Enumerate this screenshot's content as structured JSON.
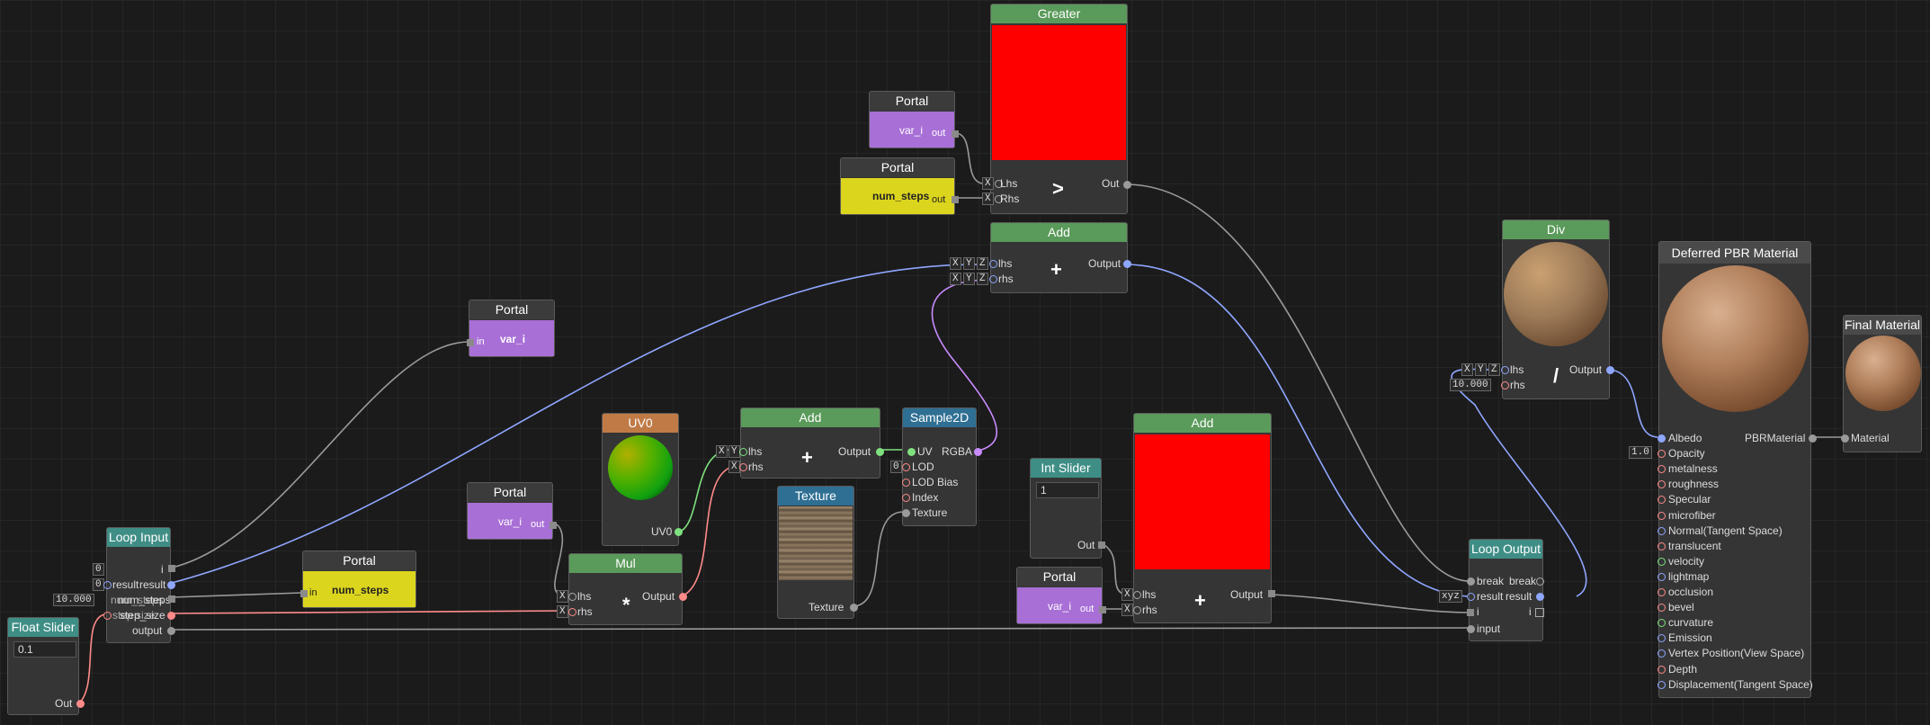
{
  "colors": {
    "background": "#1b1b1b",
    "node_body": "#353535",
    "header_green": "#5a9a5a",
    "header_teal": "#3f8e86",
    "header_orange": "#c07a46",
    "header_blue": "#2f6f93",
    "portal_purple": "#a86fd6",
    "portal_yellow": "#dcd51e",
    "preview_red": "#ff0000",
    "wire_blue": "#8fa6ff",
    "wire_pink": "#ff8a8a",
    "wire_grey": "#9a9a9a",
    "wire_green": "#7ee07e",
    "wire_purple": "#c98cff"
  },
  "nodes": {
    "greater": {
      "title": "Greater",
      "in_lhs": "Lhs",
      "in_rhs": "Rhs",
      "out": "Out",
      "op": ">",
      "axis_x": "X"
    },
    "portal_var_top": {
      "title": "Portal",
      "value": "var_i",
      "out": "out"
    },
    "portal_steps_top": {
      "title": "Portal",
      "value": "num_steps",
      "out": "out"
    },
    "add_top": {
      "title": "Add",
      "in_lhs": "lhs",
      "in_rhs": "rhs",
      "out": "Output",
      "op": "+",
      "axes": [
        "X",
        "Y",
        "Z"
      ]
    },
    "portal_var_in": {
      "title": "Portal",
      "value": "var_i",
      "in": "in"
    },
    "uv0": {
      "title": "UV0",
      "out": "UV0"
    },
    "add_mid": {
      "title": "Add",
      "in_lhs": "lhs",
      "in_rhs": "rhs",
      "out": "Output",
      "op": "+",
      "axes_lhs": [
        "X",
        "Y"
      ],
      "axes_rhs": [
        "X"
      ]
    },
    "sample2d": {
      "title": "Sample2D",
      "in_uv": "UV",
      "in_lod": "LOD",
      "in_lodbias": "LOD Bias",
      "in_index": "Index",
      "in_texture": "Texture",
      "out": "RGBA",
      "lod_value": "0"
    },
    "texture": {
      "title": "Texture",
      "out": "Texture"
    },
    "portal_var_mul": {
      "title": "Portal",
      "value": "var_i",
      "out": "out"
    },
    "mul": {
      "title": "Mul",
      "in_lhs": "lhs",
      "in_rhs": "rhs",
      "out": "Output",
      "op": "*",
      "axis_x": "X"
    },
    "loop_input": {
      "title": "Loop Input",
      "ports": [
        "i",
        "result",
        "num_steps",
        "step_size",
        "output"
      ],
      "left_vals": [
        "0",
        "0",
        "10.000",
        ""
      ],
      "overlay_a": "num_steps",
      "overlay_b": "step_size",
      "left_a": "result",
      "left_b": "step size"
    },
    "portal_steps_in": {
      "title": "Portal",
      "value": "num_steps",
      "in": "in"
    },
    "float_slider": {
      "title": "Float Slider",
      "value": "0.1",
      "out": "Out"
    },
    "int_slider": {
      "title": "Int Slider",
      "value": "1",
      "out": "Out"
    },
    "portal_var_add": {
      "title": "Portal",
      "value": "var_i",
      "out": "out"
    },
    "add_red": {
      "title": "Add",
      "in_lhs": "lhs",
      "in_rhs": "rhs",
      "out": "Output",
      "op": "+",
      "axis_x": "X"
    },
    "loop_output": {
      "title": "Loop Output",
      "in_break": "break",
      "in_result": "result",
      "in_i": "i",
      "in_input": "input",
      "out_break": "break",
      "out_result": "result",
      "out_i": "i",
      "axis_xyz": "xyz"
    },
    "div": {
      "title": "Div",
      "in_lhs": "lhs",
      "in_rhs": "rhs",
      "out": "Output",
      "op": "/",
      "rhs_value": "10.000",
      "axes": [
        "X",
        "Y",
        "Z"
      ]
    },
    "pbr": {
      "title": "Deferred PBR Material",
      "out": "PBRMaterial",
      "opacity_value": "1.0",
      "inputs": [
        "Albedo",
        "Opacity",
        "metalness",
        "roughness",
        "Specular",
        "microfiber",
        "Normal(Tangent Space)",
        "translucent",
        "velocity",
        "lightmap",
        "occlusion",
        "bevel",
        "curvature",
        "Emission",
        "Vertex Position(View Space)",
        "Depth",
        "Displacement(Tangent Space)"
      ]
    },
    "final": {
      "title": "Final Material",
      "in": "Material"
    }
  }
}
